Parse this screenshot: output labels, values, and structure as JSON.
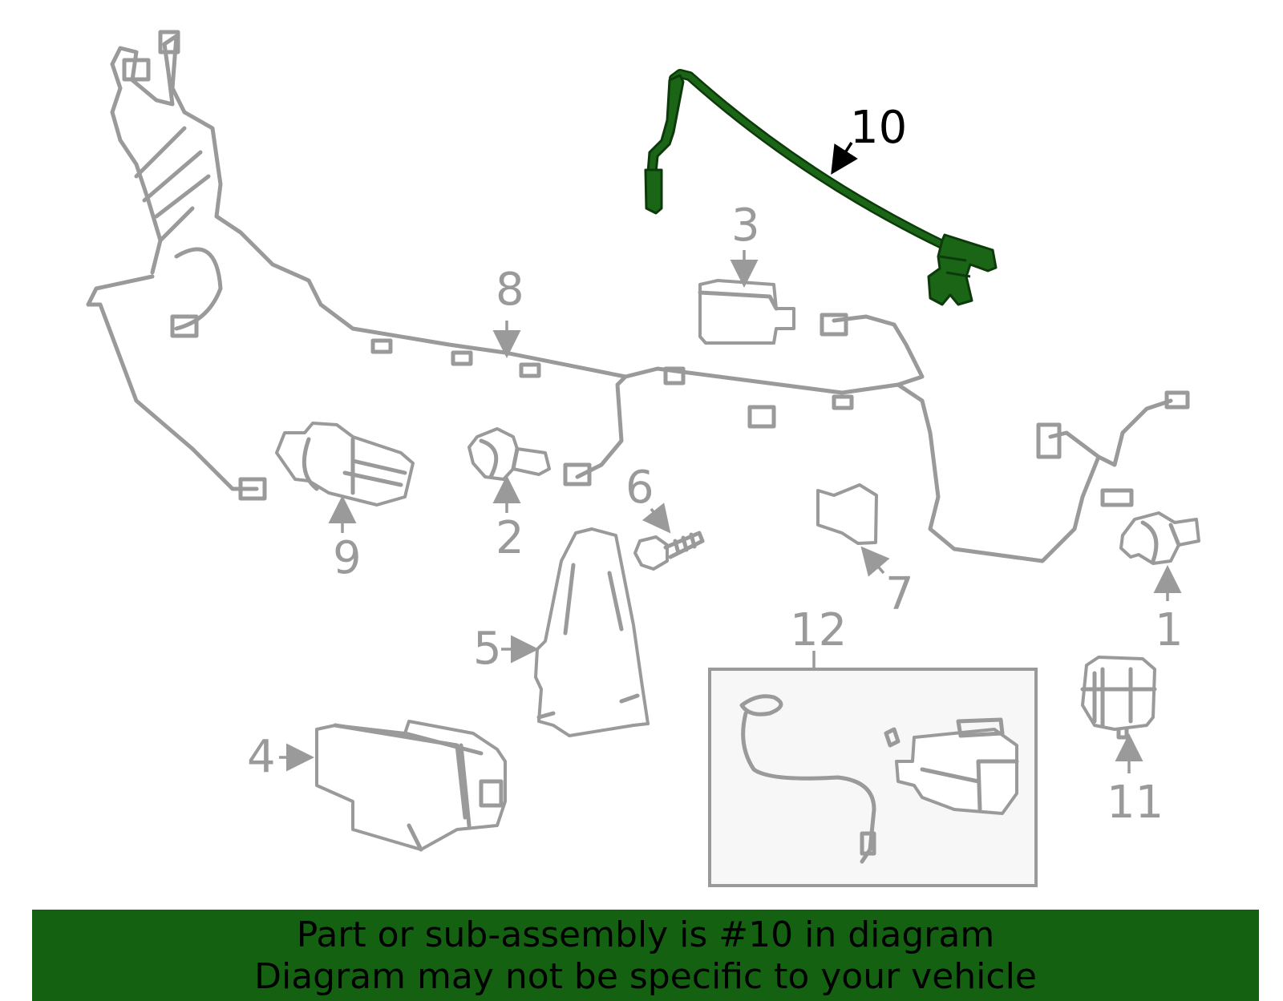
{
  "callouts": {
    "c1": "1",
    "c2": "2",
    "c3": "3",
    "c4": "4",
    "c5": "5",
    "c6": "6",
    "c7": "7",
    "c8": "8",
    "c9": "9",
    "c10": "10",
    "c11": "11",
    "c12": "12"
  },
  "highlighted_part": "10",
  "banner": {
    "line1": "Part or sub-assembly is #10 in diagram",
    "line2": "Diagram may not be specific to your vehicle"
  },
  "colors": {
    "highlight": "#1a6616",
    "banner_bg": "#156112",
    "part_stroke": "#9a9a9a"
  }
}
